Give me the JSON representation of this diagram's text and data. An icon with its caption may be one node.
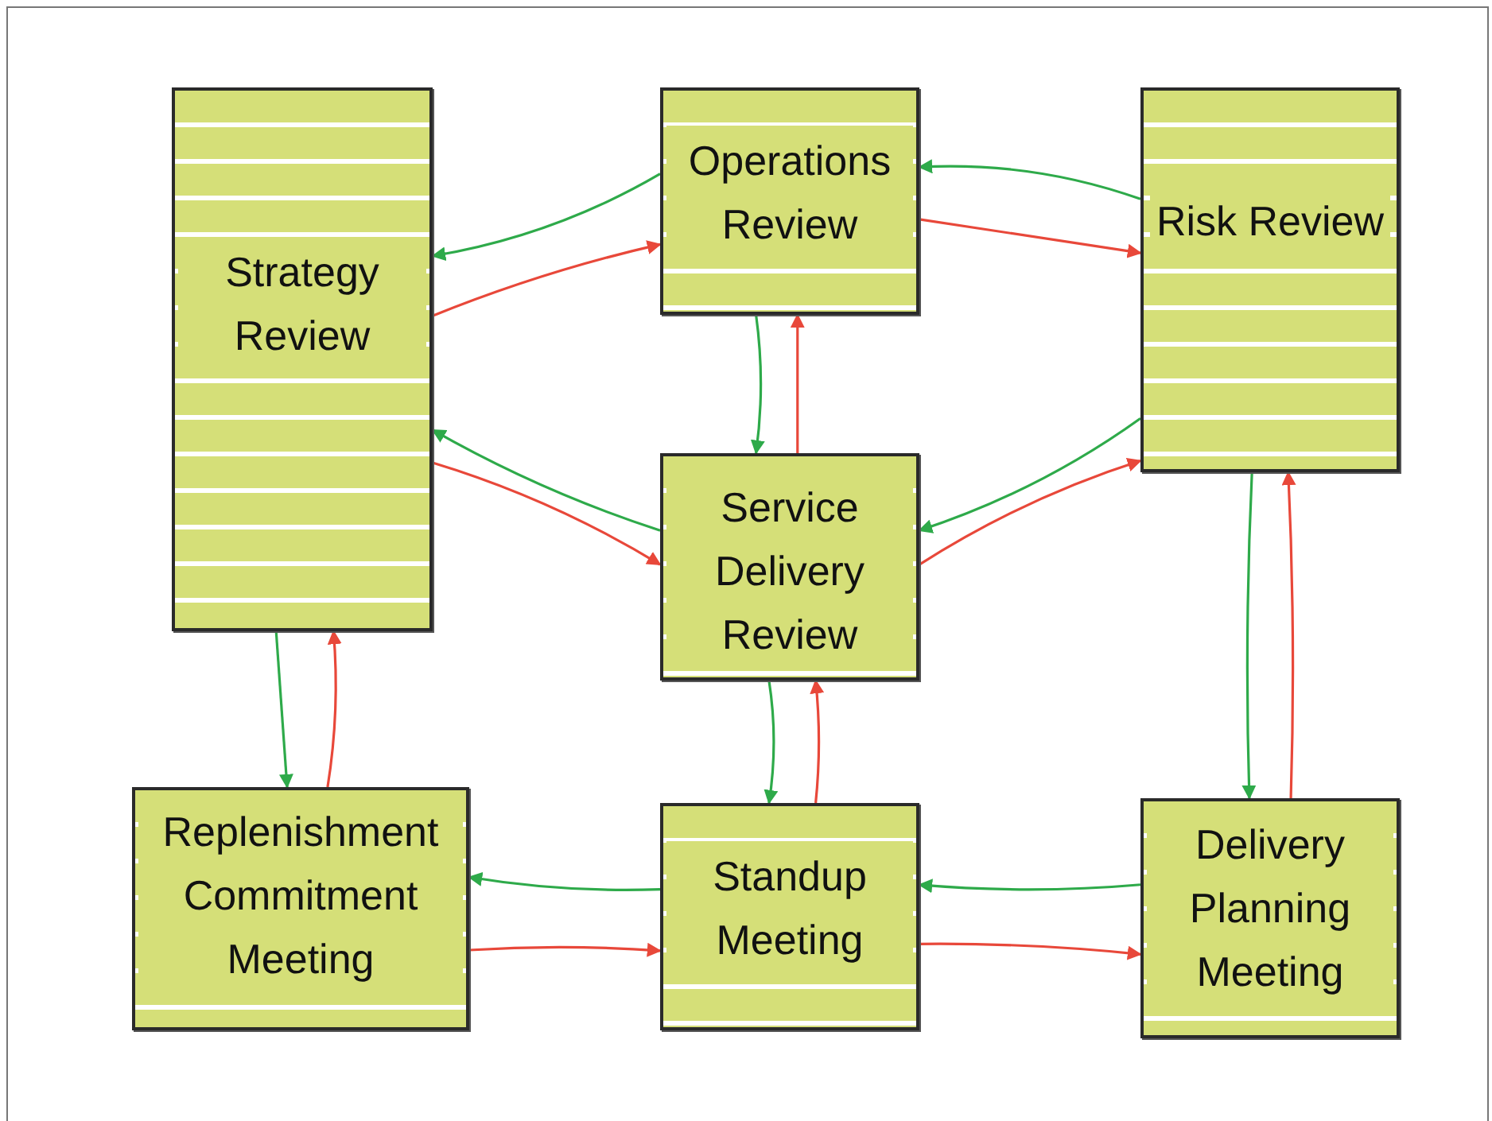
{
  "diagram": {
    "nodes": [
      {
        "text": [
          "Strategy Review"
        ]
      },
      {
        "text": [
          "Operations Review"
        ]
      },
      {
        "text": [
          "Risk Review"
        ]
      },
      {
        "text": [
          "Service Delivery Review"
        ]
      },
      {
        "text": [
          "Replenishment Commitment Meeting"
        ]
      },
      {
        "text": [
          "Standup Meeting"
        ]
      },
      {
        "text": [
          "Delivery Planning Meeting"
        ]
      }
    ],
    "edges": [
      {
        "from": 1,
        "to": 0,
        "arrow": "to",
        "color": "#2eaa4a"
      },
      {
        "from": 0,
        "to": 1,
        "arrow": "to",
        "color": "#e8483a"
      },
      {
        "from": 2,
        "to": 1,
        "arrow": "to",
        "color": "#2eaa4a"
      },
      {
        "from": 1,
        "to": 2,
        "arrow": "to",
        "color": "#e8483a"
      },
      {
        "from": 1,
        "to": 3,
        "arrow": "to",
        "color": "#2eaa4a"
      },
      {
        "from": 3,
        "to": 1,
        "arrow": "to",
        "color": "#e8483a"
      },
      {
        "from": 3,
        "to": 0,
        "arrow": "to",
        "color": "#2eaa4a"
      },
      {
        "from": 0,
        "to": 3,
        "arrow": "to",
        "color": "#e8483a"
      },
      {
        "from": 2,
        "to": 3,
        "arrow": "to",
        "color": "#2eaa4a"
      },
      {
        "from": 3,
        "to": 2,
        "arrow": "to",
        "color": "#e8483a"
      },
      {
        "from": 0,
        "to": 4,
        "arrow": "to",
        "color": "#2eaa4a"
      },
      {
        "from": 4,
        "to": 0,
        "arrow": "to",
        "color": "#e8483a"
      },
      {
        "from": 3,
        "to": 5,
        "arrow": "to",
        "color": "#2eaa4a"
      },
      {
        "from": 5,
        "to": 3,
        "arrow": "to",
        "color": "#e8483a"
      },
      {
        "from": 2,
        "to": 6,
        "arrow": "to",
        "color": "#2eaa4a"
      },
      {
        "from": 6,
        "to": 2,
        "arrow": "to",
        "color": "#e8483a"
      },
      {
        "from": 5,
        "to": 4,
        "arrow": "to",
        "color": "#2eaa4a"
      },
      {
        "from": 4,
        "to": 5,
        "arrow": "to",
        "color": "#e8483a"
      },
      {
        "from": 6,
        "to": 5,
        "arrow": "to",
        "color": "#2eaa4a"
      },
      {
        "from": 5,
        "to": 6,
        "arrow": "to",
        "color": "#e8483a"
      }
    ]
  }
}
